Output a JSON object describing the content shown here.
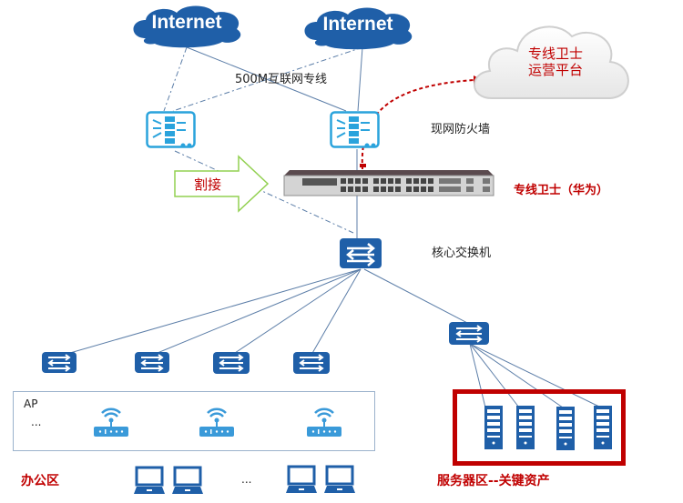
{
  "clouds": {
    "internet_left": "Internet",
    "internet_right": "Internet",
    "platform_line1": "专线卫士",
    "platform_line2": "运营平台"
  },
  "labels": {
    "link": "500M互联网专线",
    "firewall": "现网防火墙",
    "device": "专线卫士（华为）",
    "cutover": "割接",
    "core_switch": "核心交换机",
    "ap": "AP",
    "ap_more": "...",
    "office_zone": "办公区",
    "laptop_more": "...",
    "server_zone": "服务器区--关键资产"
  },
  "colors": {
    "cloud_blue": "#1f5fa8",
    "switch_blue": "#1f5fa8",
    "firewall_blue": "#2aa3dc",
    "ap_blue": "#3a9ad9",
    "accent_red": "#c00000",
    "arrow_green": "#92d050",
    "line": "#5c7ea8"
  }
}
